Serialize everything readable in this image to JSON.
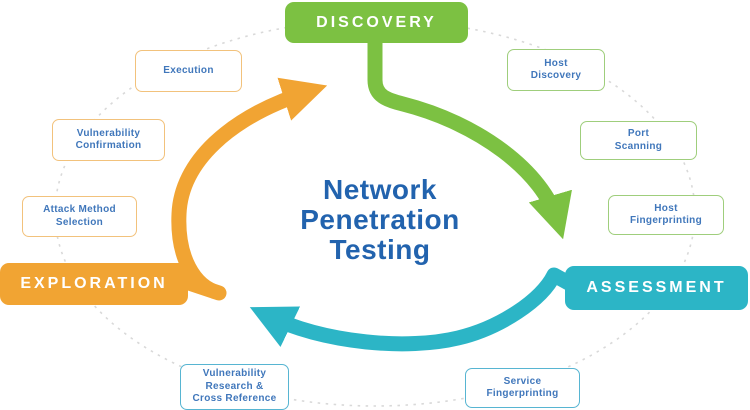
{
  "title": "Network\nPenetration\nTesting",
  "phases": {
    "discovery": {
      "label": "DISCOVERY",
      "color": "#7cc142"
    },
    "assessment": {
      "label": "ASSESSMENT",
      "color": "#2cb5c6"
    },
    "exploration": {
      "label": "EXPLORATION",
      "color": "#f1a433"
    }
  },
  "steps": {
    "host_discovery": {
      "label": "Host\nDiscovery",
      "border": "#9fce7c"
    },
    "port_scanning": {
      "label": "Port\nScanning",
      "border": "#9fce7c"
    },
    "host_fingerprinting": {
      "label": "Host\nFingerprinting",
      "border": "#9fce7c"
    },
    "service_fingerprinting": {
      "label": "Service\nFingerprinting",
      "border": "#57b5d2"
    },
    "vulnerability_research": {
      "label": "Vulnerability\nResearch &\nCross Reference",
      "border": "#57b5d2"
    },
    "attack_method_selection": {
      "label": "Attack Method\nSelection",
      "border": "#f2c27c"
    },
    "vulnerability_confirmation": {
      "label": "Vulnerability\nConfirmation",
      "border": "#f2c27c"
    },
    "execution": {
      "label": "Execution",
      "border": "#f2c27c"
    }
  },
  "colors": {
    "title_text": "#2263ae",
    "step_text": "#4077bb",
    "dashed_circle": "#d9d9d9",
    "background": "#ffffff"
  }
}
